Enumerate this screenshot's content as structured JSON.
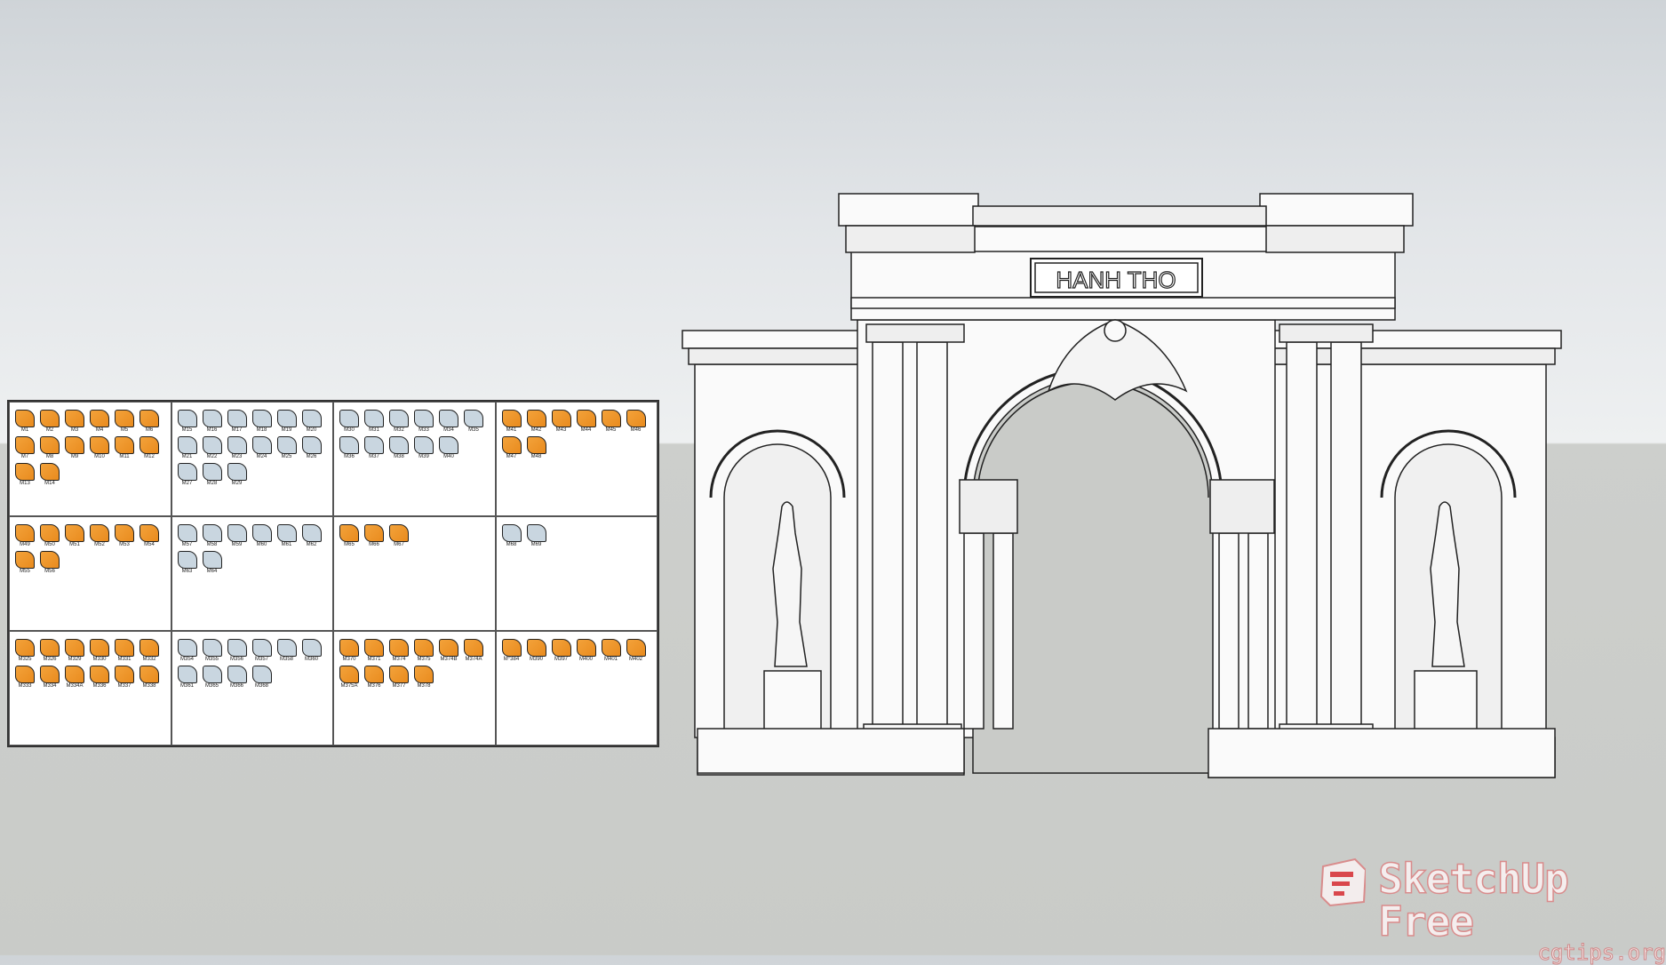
{
  "scene": {
    "sign_text": "HANH THO",
    "colors": {
      "wood": "#ef961f",
      "profile_blue": "#c9d6e0",
      "ground": "#cbcdca",
      "sky": "#e2e5e8"
    }
  },
  "moulding_chart": {
    "cells": [
      {
        "labels": [
          "M1",
          "M2",
          "M3",
          "M4",
          "M5",
          "M6",
          "M7",
          "M8",
          "M9",
          "M10",
          "M11",
          "M12",
          "M13",
          "M14"
        ],
        "color": "o"
      },
      {
        "labels": [
          "M15",
          "M16",
          "M17",
          "M18",
          "M19",
          "M20",
          "M21",
          "M22",
          "M23",
          "M24",
          "M25",
          "M26",
          "M27",
          "M28",
          "M29"
        ],
        "color": "b"
      },
      {
        "labels": [
          "M30",
          "M31",
          "M32",
          "M33",
          "M34",
          "M35",
          "M36",
          "M37",
          "M38",
          "M39",
          "M40"
        ],
        "color": "b"
      },
      {
        "labels": [
          "M41",
          "M42",
          "M43",
          "M44",
          "M45",
          "M46",
          "M47",
          "M48"
        ],
        "color": "o"
      },
      {
        "labels": [
          "M49",
          "M50",
          "M51",
          "M52",
          "M53",
          "M54",
          "M55",
          "M56"
        ],
        "color": "o"
      },
      {
        "labels": [
          "M57",
          "M58",
          "M59",
          "M60",
          "M61",
          "M62",
          "M63",
          "M64"
        ],
        "color": "b"
      },
      {
        "labels": [
          "M65",
          "M66",
          "M67"
        ],
        "color": "o"
      },
      {
        "labels": [
          "M68",
          "M69"
        ],
        "color": "b"
      },
      {
        "labels": [
          "M325",
          "M326",
          "M329",
          "M330",
          "M331",
          "M332",
          "M333",
          "M334",
          "M334A",
          "M336",
          "M337",
          "M338"
        ],
        "color": "o"
      },
      {
        "labels": [
          "M354",
          "M355",
          "M356",
          "M357",
          "M358",
          "M360",
          "M361",
          "M365",
          "M366",
          "M368"
        ],
        "color": "b"
      },
      {
        "labels": [
          "M370",
          "M371",
          "M374",
          "M375",
          "M374B",
          "M374A",
          "M375A",
          "M376",
          "M377",
          "M378"
        ],
        "color": "o"
      },
      {
        "labels": [
          "M°384",
          "M390",
          "M397",
          "M400",
          "M401",
          "M402"
        ],
        "color": "o"
      }
    ]
  },
  "watermark": {
    "title": "SketchUp Free",
    "subtitle": "cgtips.org"
  }
}
